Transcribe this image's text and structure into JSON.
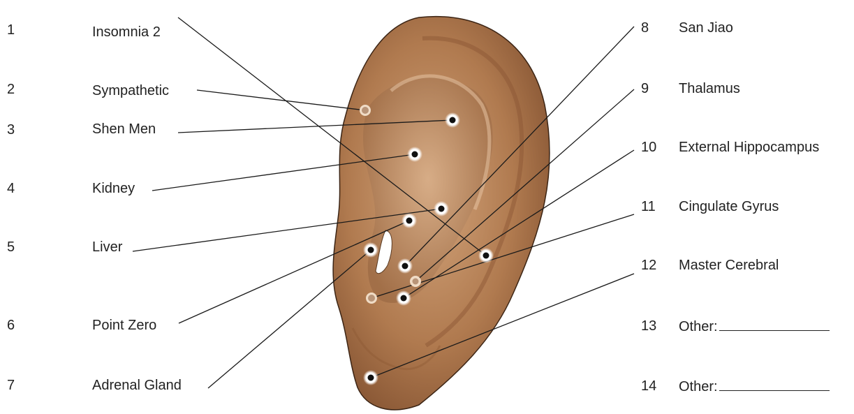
{
  "left_points": [
    {
      "number": "1",
      "label": "Insomnia 2"
    },
    {
      "number": "2",
      "label": "Sympathetic"
    },
    {
      "number": "3",
      "label": "Shen Men"
    },
    {
      "number": "4",
      "label": "Kidney"
    },
    {
      "number": "5",
      "label": "Liver"
    },
    {
      "number": "6",
      "label": "Point Zero"
    },
    {
      "number": "7",
      "label": "Adrenal Gland"
    }
  ],
  "right_points": [
    {
      "number": "8",
      "label": "San Jiao"
    },
    {
      "number": "9",
      "label": "Thalamus"
    },
    {
      "number": "10",
      "label": "External Hippocampus"
    },
    {
      "number": "11",
      "label": "Cingulate Gyrus"
    },
    {
      "number": "12",
      "label": "Master Cerebral"
    },
    {
      "number": "13",
      "label": "Other:"
    },
    {
      "number": "14",
      "label": "Other:"
    }
  ],
  "colors": {
    "skin": "#b07a4f",
    "skin_dark": "#7a4a2b",
    "leader_line": "#1a1a1a"
  }
}
